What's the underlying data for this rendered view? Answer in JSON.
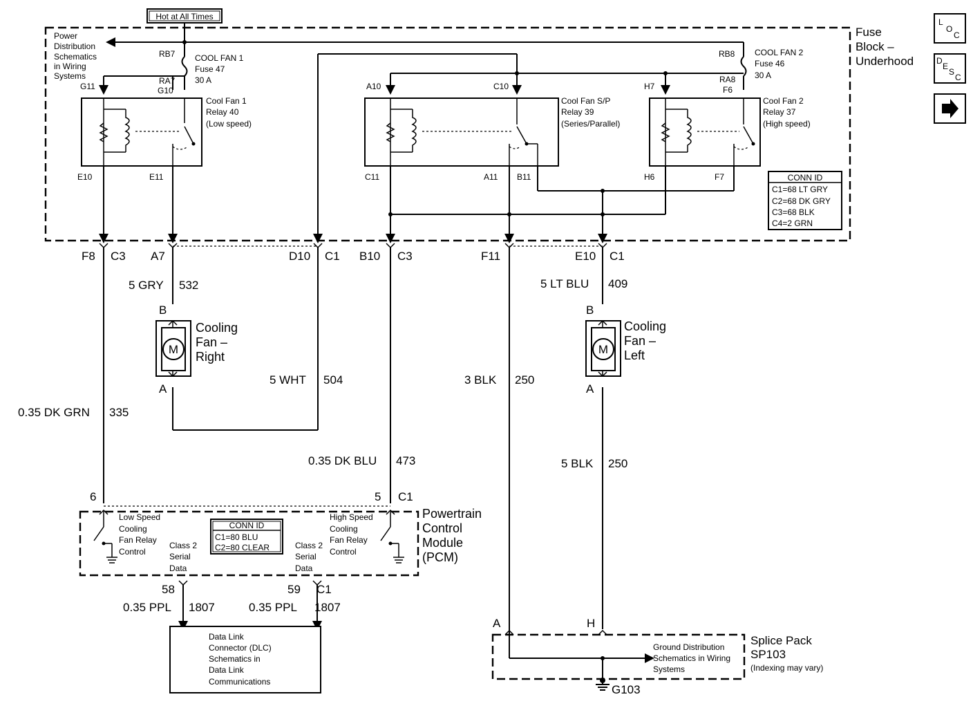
{
  "top_source": "Hot at All Times",
  "power_note": [
    "Power",
    "Distribution",
    "Schematics",
    "in Wiring",
    "Systems"
  ],
  "fuse_block": {
    "title": [
      "Fuse",
      "Block –",
      "Underhood"
    ]
  },
  "nav_buttons": {
    "loc": [
      "L",
      "O",
      "C"
    ],
    "desc": [
      "D",
      "E",
      "S",
      "C"
    ],
    "next_icon": "right-arrow-icon"
  },
  "fuses": {
    "fan1": {
      "top_pin": "RB7",
      "name": "COOL FAN 1",
      "fuse": "Fuse 47",
      "rating": "30 A",
      "bottom_pin": "RA7"
    },
    "fan2": {
      "top_pin": "RB8",
      "name": "COOL FAN 2",
      "fuse": "Fuse 46",
      "rating": "30 A",
      "bottom_pin": "RA8"
    }
  },
  "relays": {
    "relay40": {
      "lines": [
        "Cool Fan 1",
        "Relay 40",
        "(Low speed)"
      ],
      "pins": {
        "top_left": "G11",
        "top_right": "G10",
        "bottom_left": "E10",
        "bottom_right": "E11"
      }
    },
    "relay39": {
      "lines": [
        "Cool Fan S/P",
        "Relay 39",
        "(Series/Parallel)"
      ],
      "pins": {
        "top_left": "A10",
        "top_right": "C10",
        "bottom_left": "C11",
        "bottom_mid": "A11",
        "bottom_right": "B11"
      }
    },
    "relay37": {
      "lines": [
        "Cool Fan 2",
        "Relay 37",
        "(High speed)"
      ],
      "pins": {
        "top_left": "H7",
        "top_right": "F6",
        "bottom_left": "H6",
        "bottom_right": "F7"
      }
    }
  },
  "conn_id_fuse": {
    "title": "CONN ID",
    "rows": [
      "C1=68 LT GRY",
      "C2=68 DK GRY",
      "C3=68 BLK",
      "C4=2 GRN"
    ]
  },
  "connectors": {
    "f8": {
      "pin": "F8",
      "conn": "C3"
    },
    "a7": {
      "pin": "A7"
    },
    "d10": {
      "pin": "D10",
      "conn": "C1"
    },
    "b10": {
      "pin": "B10",
      "conn": "C3"
    },
    "f11": {
      "pin": "F11"
    },
    "e10": {
      "pin": "E10",
      "conn": "C1"
    }
  },
  "wires": {
    "w532": {
      "color": "5 GRY",
      "circuit": "532"
    },
    "w504": {
      "color": "5 WHT",
      "circuit": "504"
    },
    "w335": {
      "color": "0.35 DK GRN",
      "circuit": "335"
    },
    "w473": {
      "color": "0.35 DK BLU",
      "circuit": "473"
    },
    "w250a": {
      "color": "3 BLK",
      "circuit": "250"
    },
    "w409": {
      "color": "5 LT BLU",
      "circuit": "409"
    },
    "w250b": {
      "color": "5 BLK",
      "circuit": "250"
    },
    "w1807a": {
      "color": "0.35 PPL",
      "circuit": "1807"
    },
    "w1807b": {
      "color": "0.35 PPL",
      "circuit": "1807"
    }
  },
  "fan_right": {
    "label": [
      "Cooling",
      "Fan –",
      "Right"
    ],
    "pin_top": "B",
    "pin_bottom": "A",
    "motor": "M"
  },
  "fan_left": {
    "label": [
      "Cooling",
      "Fan –",
      "Left"
    ],
    "pin_top": "B",
    "pin_bottom": "A",
    "motor": "M"
  },
  "pcm": {
    "title": [
      "Powertrain",
      "Control",
      "Module",
      "(PCM)"
    ],
    "pin_left": "6",
    "pin_right": "5",
    "conn_right": "C1",
    "low_speed": [
      "Low Speed",
      "Cooling",
      "Fan Relay",
      "Control"
    ],
    "high_speed": [
      "High Speed",
      "Cooling",
      "Fan Relay",
      "Control"
    ],
    "class2_left": [
      "Class 2",
      "Serial",
      "Data"
    ],
    "class2_right": [
      "Class 2",
      "Serial",
      "Data"
    ],
    "conn_id": {
      "title": "CONN ID",
      "rows": [
        "C1=80 BLU",
        "C2=80 CLEAR"
      ]
    },
    "pin_58": "58",
    "pin_59": "59",
    "conn_59": "C1"
  },
  "dlc": {
    "lines": [
      "Data Link",
      "Connector (DLC)",
      "Schematics in",
      "Data Link",
      "Communications"
    ]
  },
  "splice": {
    "title": [
      "Splice Pack",
      "SP103"
    ],
    "note": "(Indexing may vary)",
    "pin_a": "A",
    "pin_h": "H",
    "ground_note": [
      "Ground Distribution",
      "Schematics in Wiring",
      "Systems"
    ],
    "ground": "G103"
  }
}
